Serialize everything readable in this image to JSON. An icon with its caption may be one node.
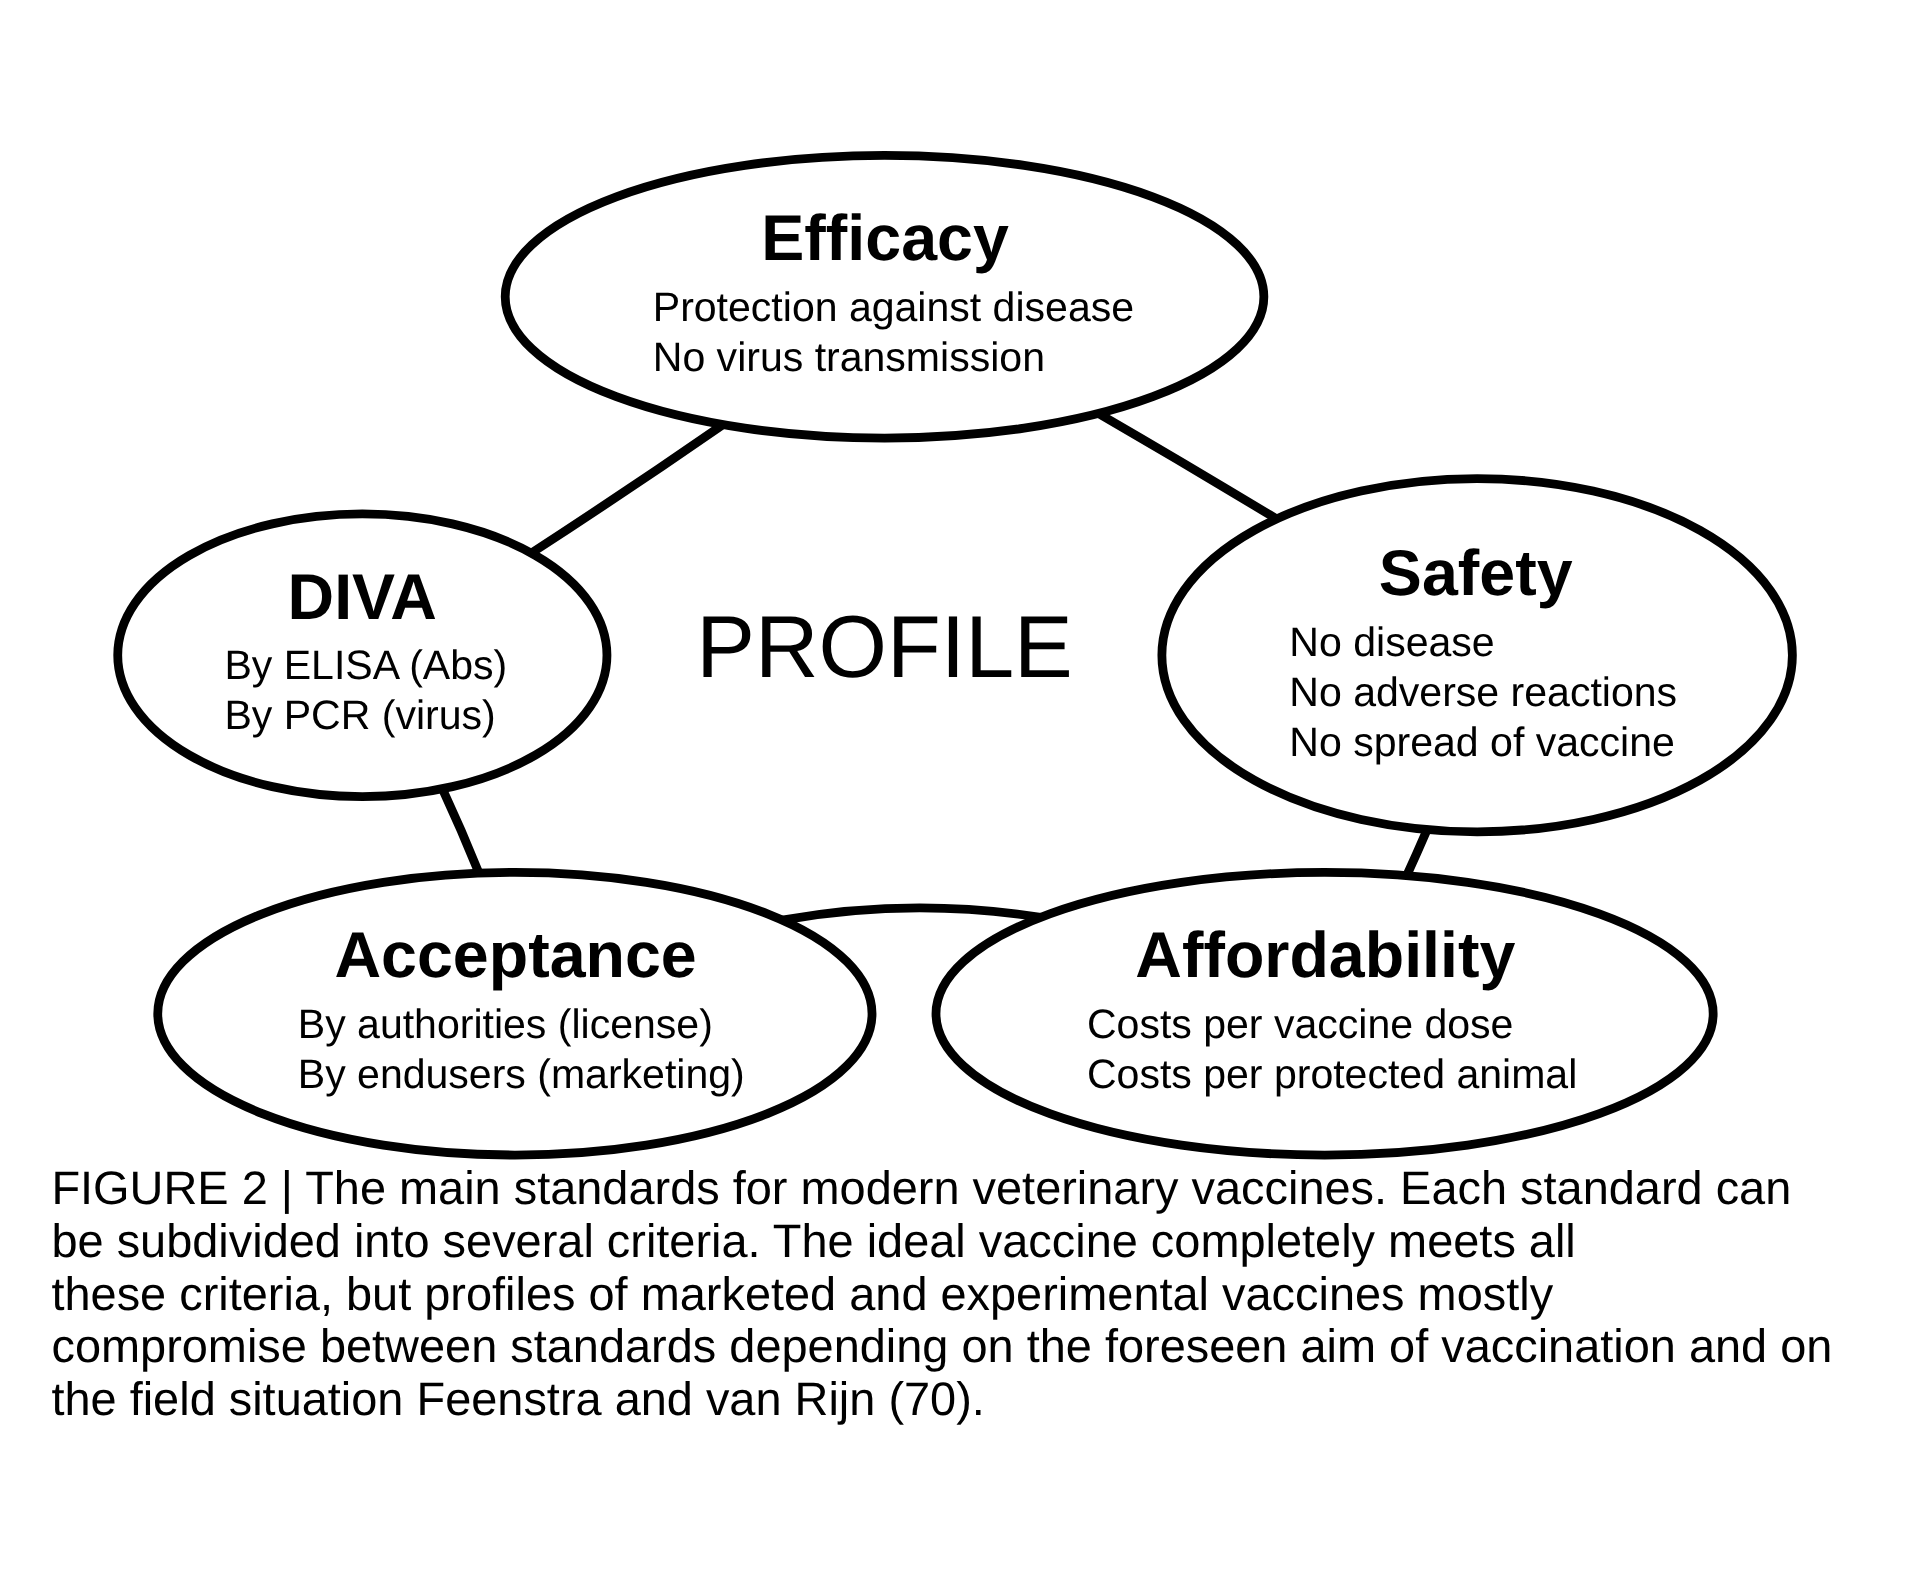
{
  "diagram": {
    "caption": "FIGURE 2 | The main standards for modern veterinary vaccines. Each standard can be subdivided into several criteria. The ideal vaccine completely meets all these criteria, but profiles of marketed and experimental vaccines mostly compromise between standards depending on the foreseen aim of vaccination and on the field situation Feenstra and van Rijn (70).",
    "nodes": [
      {
        "text": [
          "Efficacy",
          "Protection against disease",
          "No virus transmission"
        ]
      },
      {
        "text": [
          "DIVA",
          "By ELISA (Abs)",
          "By PCR (virus)"
        ]
      },
      {
        "text": [
          "Safety",
          "No disease",
          "No adverse reactions",
          "No spread of vaccine"
        ]
      },
      {
        "text": [
          "Acceptance",
          "By authorities (license)",
          "By endusers (marketing)"
        ]
      },
      {
        "text": [
          "Affordability",
          "Costs per vaccine dose",
          "Costs per protected animal"
        ]
      }
    ],
    "edges": [
      {
        "from": 0,
        "to": 2,
        "arrow": "none"
      },
      {
        "from": 2,
        "to": 4,
        "arrow": "none"
      },
      {
        "from": 4,
        "to": 3,
        "arrow": "none"
      },
      {
        "from": 3,
        "to": 1,
        "arrow": "none"
      },
      {
        "from": 1,
        "to": 0,
        "arrow": "none"
      }
    ],
    "labels": [
      "PROFILE"
    ]
  }
}
